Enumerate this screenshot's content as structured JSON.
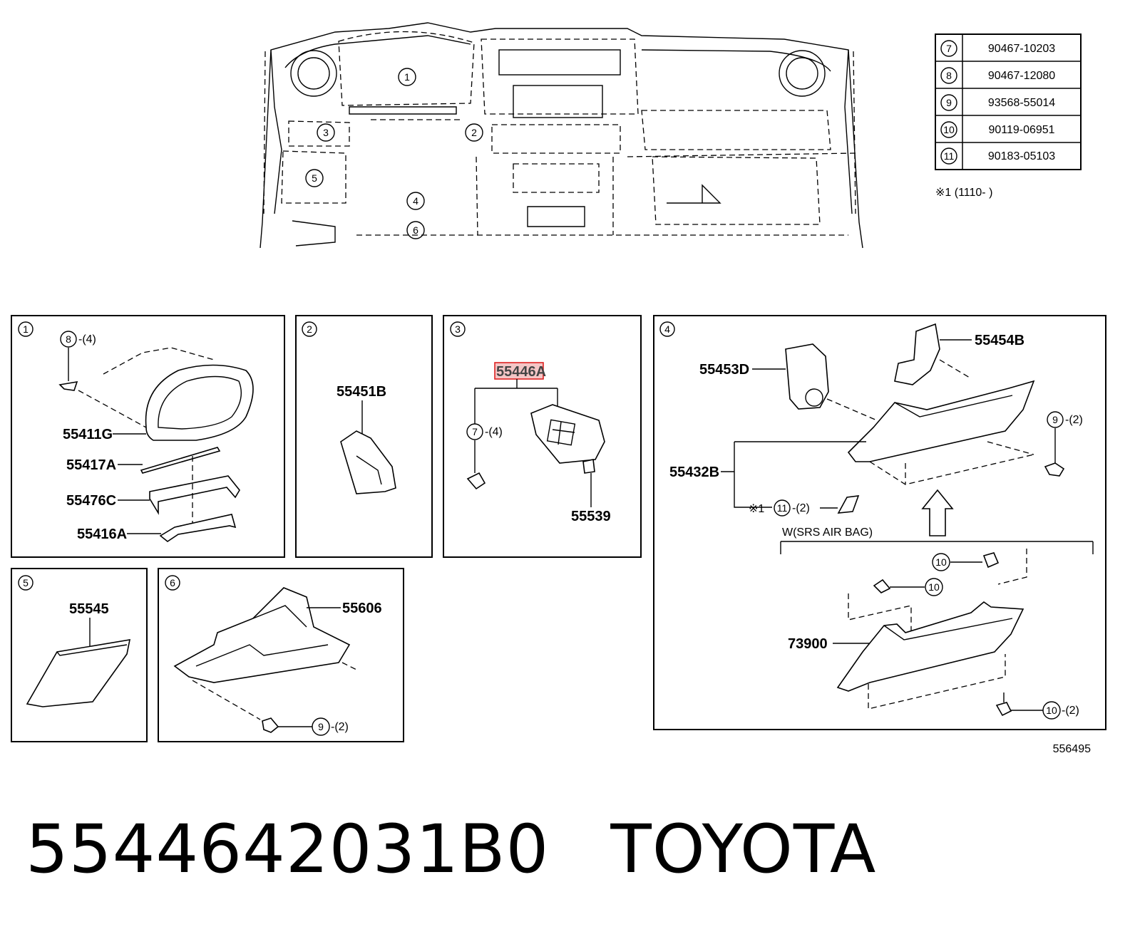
{
  "legend_table": [
    {
      "ref": "7",
      "part": "90467-10203"
    },
    {
      "ref": "8",
      "part": "90467-12080"
    },
    {
      "ref": "9",
      "part": "93568-55014"
    },
    {
      "ref": "10",
      "part": "90119-06951"
    },
    {
      "ref": "11",
      "part": "90183-05103"
    }
  ],
  "footnote": "※1 (1110-        )",
  "overview_refs": [
    "1",
    "2",
    "3",
    "4",
    "5",
    "6"
  ],
  "panels": {
    "p1": {
      "num": "1",
      "parts": [
        "55411G",
        "55417A",
        "55476C",
        "55416A"
      ],
      "fastener": "8",
      "qty": "-(4)"
    },
    "p2": {
      "num": "2",
      "parts": [
        "55451B"
      ]
    },
    "p3": {
      "num": "3",
      "parts": [
        "55446A",
        "55539"
      ],
      "fastener": "7",
      "qty": "-(4)"
    },
    "p4": {
      "num": "4",
      "parts": [
        "55453D",
        "55454B",
        "55432B",
        "73900"
      ],
      "fastener_a": "9",
      "qty_a": "-(2)",
      "fastener_b": "11",
      "qty_b": "-(2)",
      "note_mark": "※1",
      "fastener_c": "10",
      "fastener_d": "10",
      "fastener_e": "10",
      "qty_e": "-(2)",
      "condition": "W(SRS AIR BAG)"
    },
    "p5": {
      "num": "5",
      "parts": [
        "55545"
      ]
    },
    "p6": {
      "num": "6",
      "parts": [
        "55606"
      ],
      "fastener": "9",
      "qty": "-(2)"
    }
  },
  "figure_id": "556495",
  "caption": {
    "part_number": "5544642031B0",
    "brand": "TOYOTA"
  }
}
